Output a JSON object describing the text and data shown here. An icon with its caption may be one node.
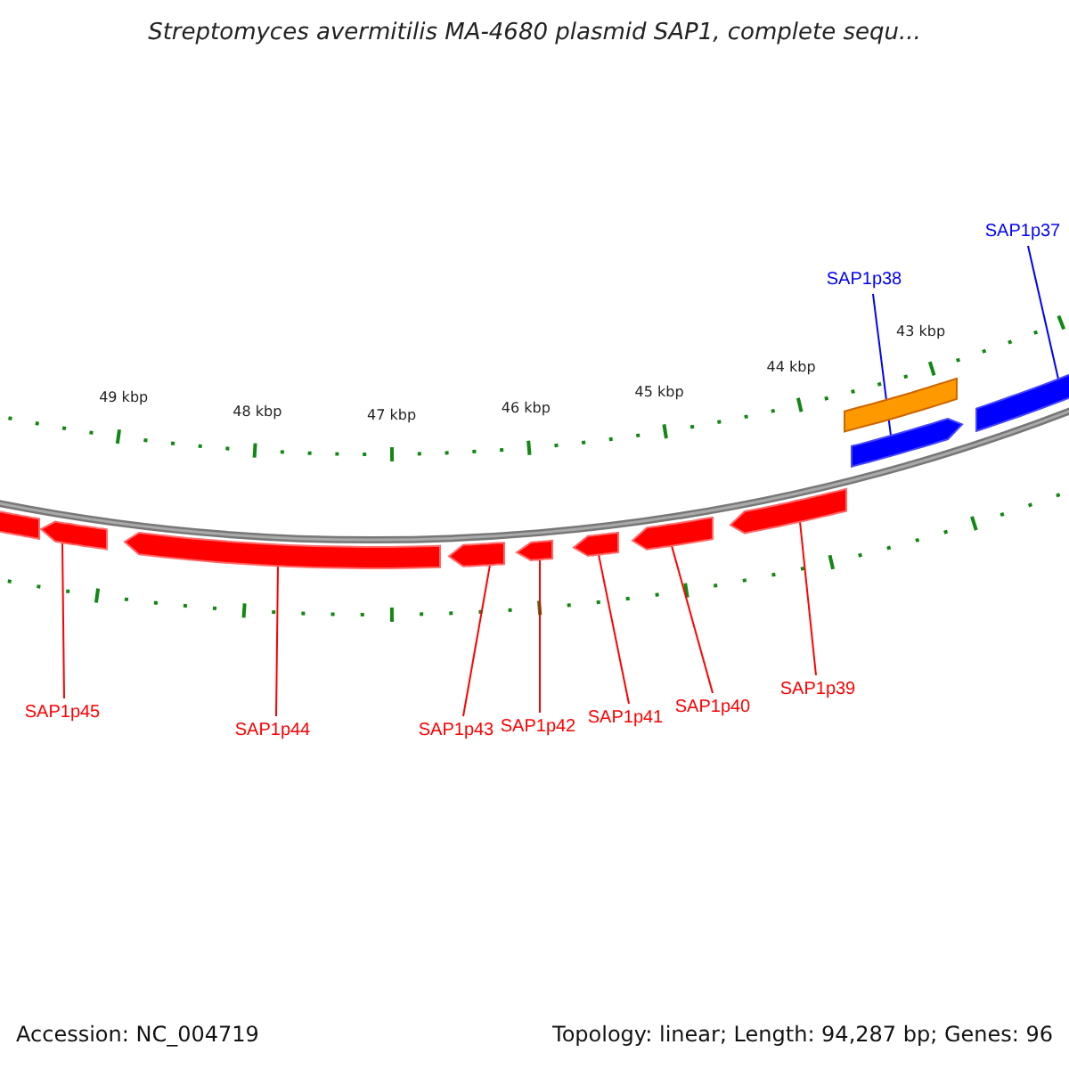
{
  "diagram": {
    "title": "Streptomyces avermitilis MA-4680 plasmid SAP1, complete sequ...",
    "nodes": [
      {
        "text": [
          "SAP1p37"
        ]
      },
      {
        "text": [
          "SAP1p38"
        ]
      },
      {
        "text": [],
        "shape": "arrow"
      },
      {
        "text": [],
        "shape": "arrow"
      },
      {
        "text": [],
        "shape": "arrow"
      },
      {
        "text": [],
        "shape": "arrow"
      },
      {
        "text": [],
        "shape": "arrow"
      },
      {
        "text": [],
        "shape": "arrow"
      },
      {
        "text": [],
        "shape": "arrow"
      },
      {
        "text": [],
        "shape": "arrow"
      },
      {
        "text": [],
        "shape": "bar"
      },
      {
        "text": [],
        "shape": "arrow"
      },
      {
        "text": [],
        "shape": "arrow"
      },
      {
        "text": [
          "SAP1p45"
        ]
      },
      {
        "text": [
          "SAP1p44"
        ]
      },
      {
        "text": [
          "SAP1p43"
        ]
      },
      {
        "text": [
          "SAP1p42"
        ]
      },
      {
        "text": [
          "SAP1p41"
        ]
      },
      {
        "text": [
          "SAP1p40"
        ]
      },
      {
        "text": [
          "SAP1p39"
        ]
      }
    ],
    "edges": [
      {
        "from": 0,
        "to": 12,
        "arrow": "none",
        "color": "#0000ff"
      },
      {
        "from": 1,
        "to": 11,
        "arrow": "none",
        "color": "#0000ff"
      },
      {
        "from": 13,
        "to": 3,
        "arrow": "none"
      },
      {
        "from": 14,
        "to": 4,
        "arrow": "none"
      },
      {
        "from": 15,
        "to": 5,
        "arrow": "none"
      },
      {
        "from": 16,
        "to": 6,
        "arrow": "none"
      },
      {
        "from": 17,
        "to": 7,
        "arrow": "none"
      },
      {
        "from": 18,
        "to": 8,
        "arrow": "none"
      },
      {
        "from": 19,
        "to": 9,
        "arrow": "none"
      }
    ],
    "labels": [
      "49 kbp",
      "48 kbp",
      "47 kbp",
      "46 kbp",
      "45 kbp",
      "44 kbp",
      "43 kbp",
      "Accession: NC_004719",
      "Topology: linear; Length: 94,287 bp; Genes: 96"
    ]
  }
}
